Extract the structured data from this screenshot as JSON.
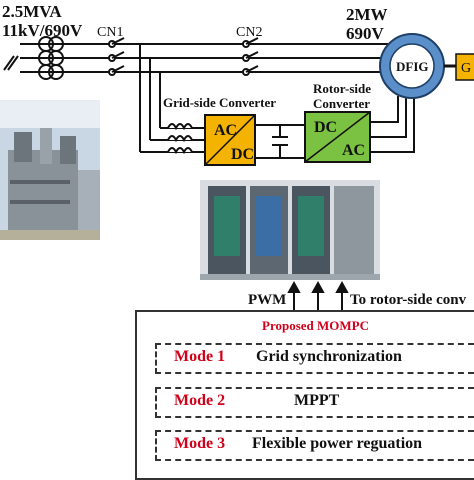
{
  "transformer": {
    "rating": "2.5MVA",
    "voltage": "11kV/690V"
  },
  "switches": {
    "cn1": "CN1",
    "cn2": "CN2"
  },
  "generator": {
    "rating": "2MW",
    "voltage": "690V",
    "label": "DFIG",
    "gearbox_partial": "G"
  },
  "converters": {
    "grid_side_label": "Grid-side Converter",
    "rotor_side_label_1": "Rotor-side",
    "rotor_side_label_2": "Converter",
    "grid_side_top": "AC",
    "grid_side_bottom": "DC",
    "rotor_side_top": "DC",
    "rotor_side_bottom": "AC"
  },
  "signals": {
    "pwm": "PWM",
    "to_rotor": "To rotor-side conv"
  },
  "controller": {
    "title": "Proposed MOMPC",
    "modes": [
      {
        "label": "Mode 1",
        "desc": "Grid synchronization"
      },
      {
        "label": "Mode 2",
        "desc": "MPPT"
      },
      {
        "label": "Mode 3",
        "desc": "Flexible power reguation"
      }
    ]
  },
  "colors": {
    "grid_converter": "#f5b301",
    "rotor_converter": "#7cc242",
    "dfig_ring": "#5b8fc9",
    "mode_text": "#d0021b"
  }
}
